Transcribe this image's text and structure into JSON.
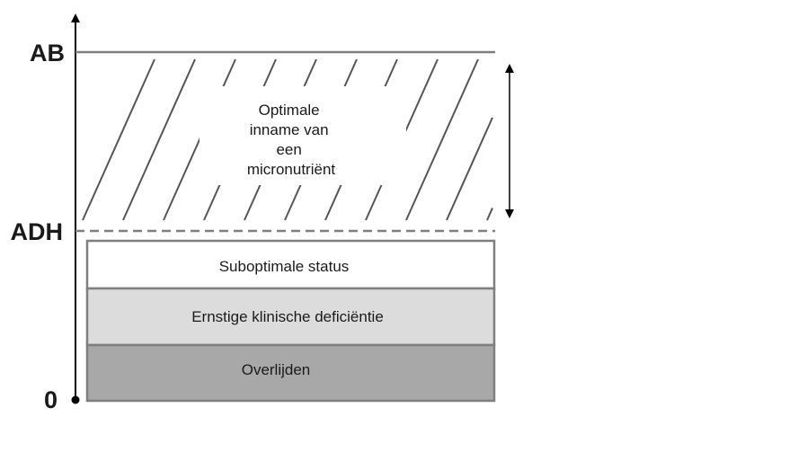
{
  "axis": {
    "labels": [
      "AB",
      "ADH",
      "0"
    ]
  },
  "optimal_region": {
    "label_lines": [
      "Optimale",
      "inname van",
      "een",
      "micronutriënt"
    ]
  },
  "status_boxes": [
    {
      "label": "Suboptimale status",
      "fill": "#ffffff"
    },
    {
      "label": "Ernstige klinische deficiëntie",
      "fill": "#dcdcdc"
    },
    {
      "label": "Overlijden",
      "fill": "#a8a8a8"
    }
  ],
  "colors": {
    "stroke": "#7f7f7f",
    "hatch": "#555555",
    "axis": "#000000"
  }
}
